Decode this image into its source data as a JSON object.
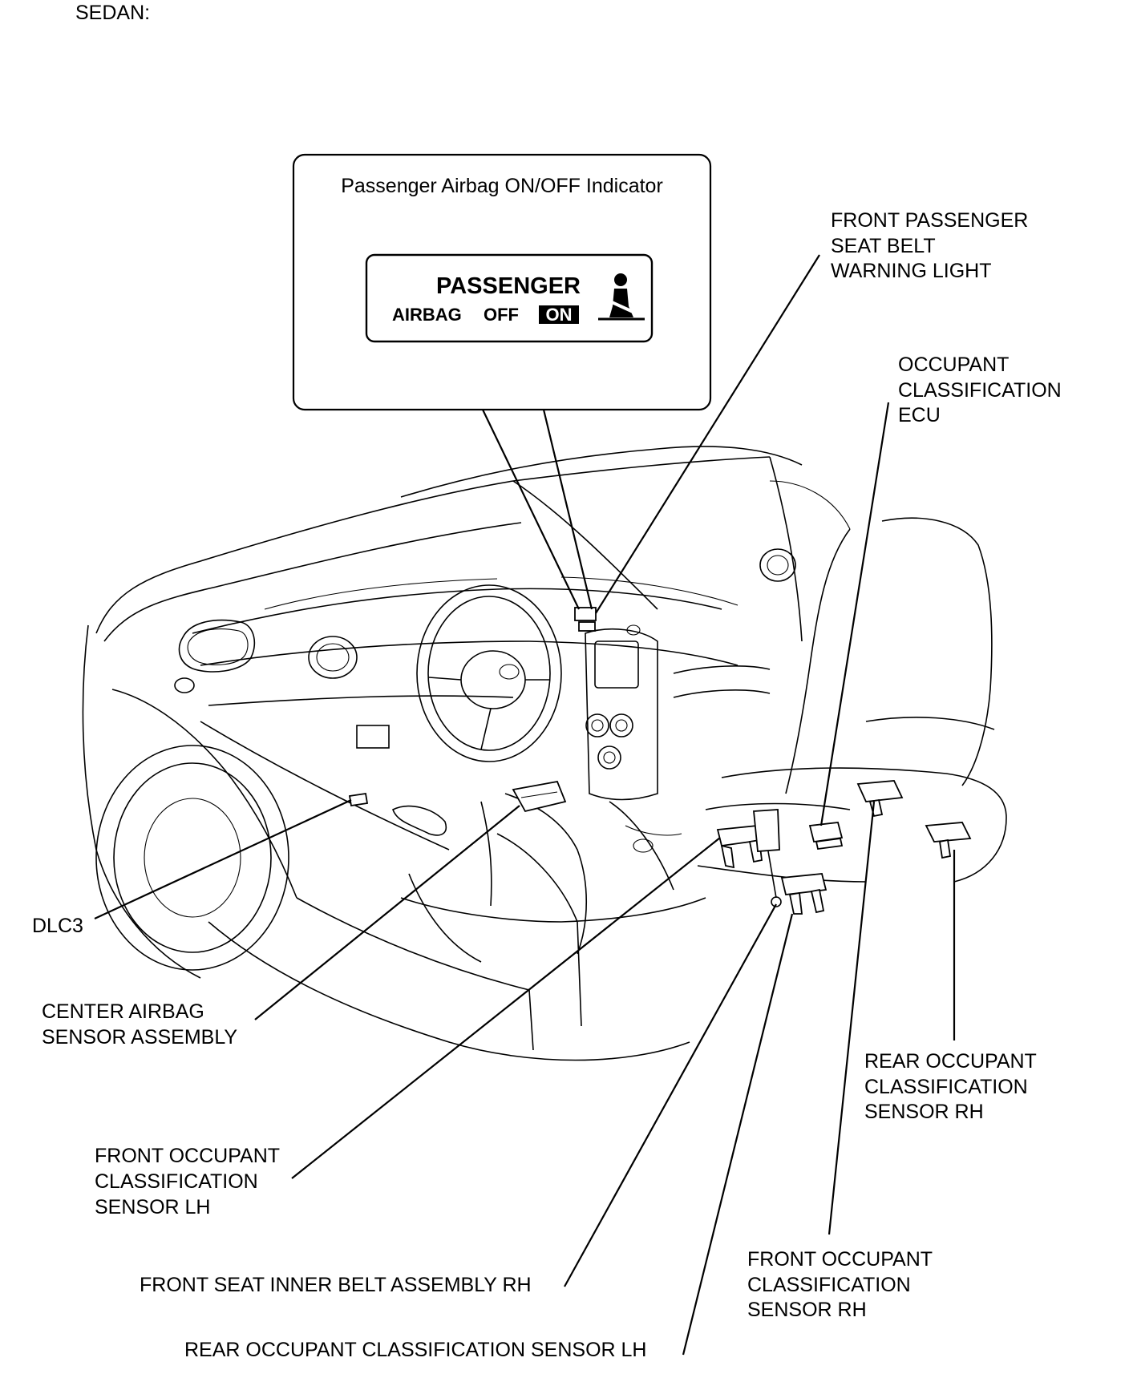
{
  "header": {
    "model": "SEDAN:"
  },
  "indicator_box": {
    "title": "Passenger Airbag ON/OFF Indicator",
    "display": {
      "line1": "PASSENGER",
      "airbag": "AIRBAG",
      "off": "OFF",
      "on": "ON"
    }
  },
  "labels": {
    "front_passenger_seat_belt_warning_light": [
      "FRONT PASSENGER",
      "SEAT BELT",
      "WARNING LIGHT"
    ],
    "occupant_classification_ecu": [
      "OCCUPANT",
      "CLASSIFICATION",
      "ECU"
    ],
    "dlc3": [
      "DLC3"
    ],
    "center_airbag_sensor_assembly": [
      "CENTER AIRBAG",
      "SENSOR ASSEMBLY"
    ],
    "front_occupant_classification_sensor_lh": [
      "FRONT OCCUPANT",
      "CLASSIFICATION",
      "SENSOR LH"
    ],
    "front_seat_inner_belt_assembly_rh": [
      "FRONT SEAT INNER BELT ASSEMBLY RH"
    ],
    "rear_occupant_classification_sensor_lh": [
      "REAR OCCUPANT CLASSIFICATION SENSOR LH"
    ],
    "rear_occupant_classification_sensor_rh": [
      "REAR OCCUPANT",
      "CLASSIFICATION",
      "SENSOR RH"
    ],
    "front_occupant_classification_sensor_rh": [
      "FRONT OCCUPANT",
      "CLASSIFICATION",
      "SENSOR RH"
    ]
  },
  "icons": {
    "seat_belt": "seatbelt-icon"
  }
}
